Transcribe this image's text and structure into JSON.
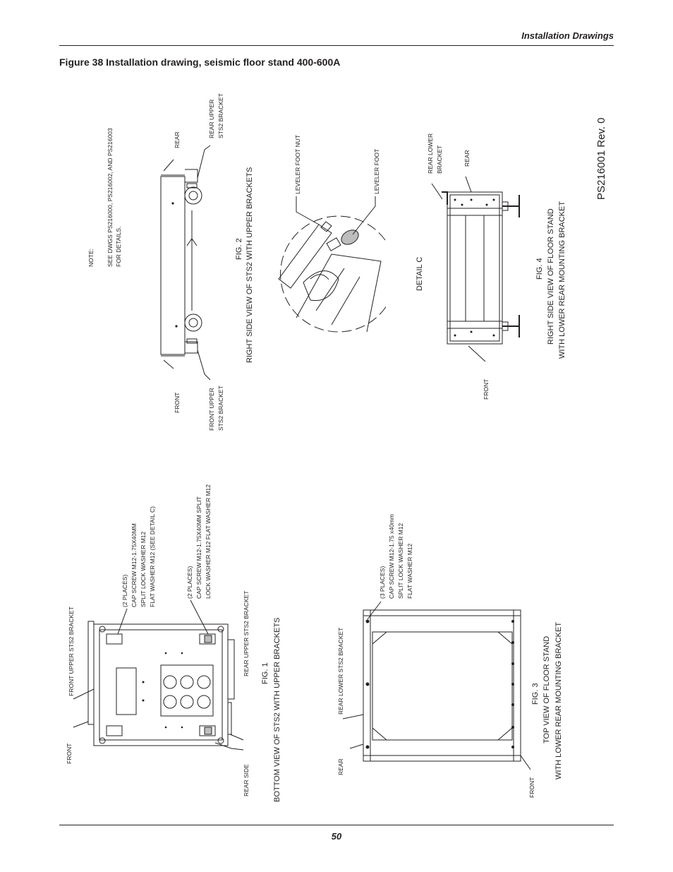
{
  "header": {
    "section": "Installation Drawings"
  },
  "figure": {
    "title": "Figure 38  Installation drawing, seismic floor stand 400-600A"
  },
  "doc_number": "PS216001 Rev. 0",
  "note": {
    "label": "NOTE:",
    "line1": "SEE DWGS PS216000, PS216002, AND PS216003",
    "line2": "FOR DETAILS."
  },
  "fig1": {
    "caption_num": "FIG. 1",
    "caption": "BOTTOM VIEW OF STS2 WITH UPPER BRACKETS",
    "front": "FRONT",
    "rear_side": "REAR SIDE",
    "front_bracket": "FRONT UPPER  STS2  BRACKET",
    "rear_bracket": "REAR UPPER STS2 BRACKET",
    "callout_a": [
      "(2 PLACES)",
      "CAP SCREW M12-1.75X40MM",
      "SPLIT LOCK WASHER M12",
      "FLAT WASHER M12   (SEE DETAIL C)"
    ],
    "callout_b": [
      "(2 PLACES)",
      "CAP SCREW M12-1.75X40MM SPLIT",
      "LOCK WASHER M12 FLAT WASHER M12"
    ]
  },
  "fig2": {
    "caption_num": "FIG. 2",
    "caption": "RIGHT SIDE VIEW OF STS2 WITH UPPER BRACKETS",
    "front": "FRONT",
    "rear": "REAR",
    "front_bracket": [
      "FRONT UPPER",
      "STS2 BRACKET"
    ],
    "rear_bracket": [
      "REAR UPPER",
      "STS2 BRACKET"
    ]
  },
  "detail_c": {
    "caption": "DETAIL C",
    "foot_nut": "LEVELER FOOT NUT",
    "foot": "LEVELER FOOT"
  },
  "fig3": {
    "caption_num": "FIG. 3",
    "caption1": "TOP VIEW OF FLOOR STAND",
    "caption2": "WITH LOWER REAR MOUNTING BRACKET",
    "rear": "REAR",
    "front": "FRONT",
    "bracket": "REAR LOWER  STS2 BRACKET",
    "callout": [
      "(3 PLACES)",
      "CAP SCREW M12-1.75 x40mm",
      "SPLIT LOCK WASHER M12",
      "FLAT WASHER M12"
    ]
  },
  "fig4": {
    "caption_num": "FIG. 4",
    "caption1": "RIGHT SIDE VIEW OF FLOOR STAND",
    "caption2": "WITH LOWER REAR MOUNTING BRACKET",
    "front": "FRONT",
    "rear": "REAR",
    "bracket": [
      "REAR LOWER",
      "BRACKET"
    ]
  },
  "footer": {
    "page": "50"
  }
}
